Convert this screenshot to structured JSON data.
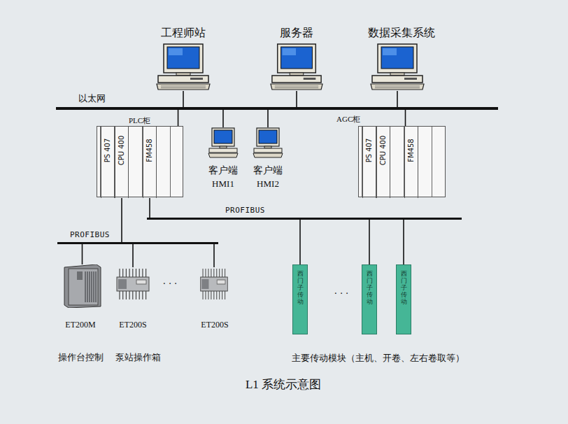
{
  "diagram": {
    "caption": "L1 系统示意图",
    "nodes": [
      {
        "text": [
          "工程师站"
        ]
      },
      {
        "text": [
          "服务器"
        ]
      },
      {
        "text": [
          "数据采集系统"
        ]
      },
      {
        "text": [
          "以太网"
        ]
      },
      {
        "text": [
          "PLC柜"
        ]
      },
      {
        "text": [
          "PS 407"
        ],
        "in": 4
      },
      {
        "text": [
          "CPU 400"
        ],
        "in": 4
      },
      {
        "text": [
          "FM458"
        ],
        "in": 4
      },
      {
        "text": [
          "客户端",
          "HMI1"
        ]
      },
      {
        "text": [
          "客户端",
          "HMI2"
        ]
      },
      {
        "text": [
          "AGC柜"
        ]
      },
      {
        "text": [
          "PS 407"
        ],
        "in": 10
      },
      {
        "text": [
          "CPU 400"
        ],
        "in": 10
      },
      {
        "text": [
          "FM458"
        ],
        "in": 10
      },
      {
        "text": [
          "PROFIBUS"
        ]
      },
      {
        "text": [
          "PROFIBUS"
        ]
      },
      {
        "text": [
          "ET200M",
          "操作台控制"
        ]
      },
      {
        "text": [
          "ET200S",
          "泵站操作箱"
        ]
      },
      {
        "text": [
          "ET200S"
        ]
      },
      {
        "text": [
          "西门子传动"
        ]
      },
      {
        "text": [
          "西门子传动"
        ]
      },
      {
        "text": [
          "西门子传动"
        ]
      }
    ],
    "edges": [
      {
        "from": 0,
        "to": 3,
        "arrow": "none"
      },
      {
        "from": 1,
        "to": 3,
        "arrow": "none"
      },
      {
        "from": 2,
        "to": 3,
        "arrow": "none"
      },
      {
        "from": 3,
        "to": 4,
        "arrow": "none"
      },
      {
        "from": 3,
        "to": 8,
        "arrow": "none"
      },
      {
        "from": 3,
        "to": 9,
        "arrow": "none"
      },
      {
        "from": 3,
        "to": 10,
        "arrow": "none"
      },
      {
        "from": 6,
        "to": 15,
        "arrow": "none"
      },
      {
        "from": 7,
        "to": 14,
        "arrow": "none"
      },
      {
        "from": 15,
        "to": 16,
        "arrow": "none"
      },
      {
        "from": 15,
        "to": 17,
        "arrow": "none"
      },
      {
        "from": 15,
        "to": 18,
        "arrow": "none"
      },
      {
        "from": 14,
        "to": 19,
        "arrow": "none"
      },
      {
        "from": 14,
        "to": 20,
        "arrow": "none"
      },
      {
        "from": 14,
        "to": 21,
        "arrow": "none"
      }
    ],
    "labels": [
      "· · ·",
      "· · ·",
      "主要传动模块（主机、开卷、左右卷取等）"
    ]
  }
}
